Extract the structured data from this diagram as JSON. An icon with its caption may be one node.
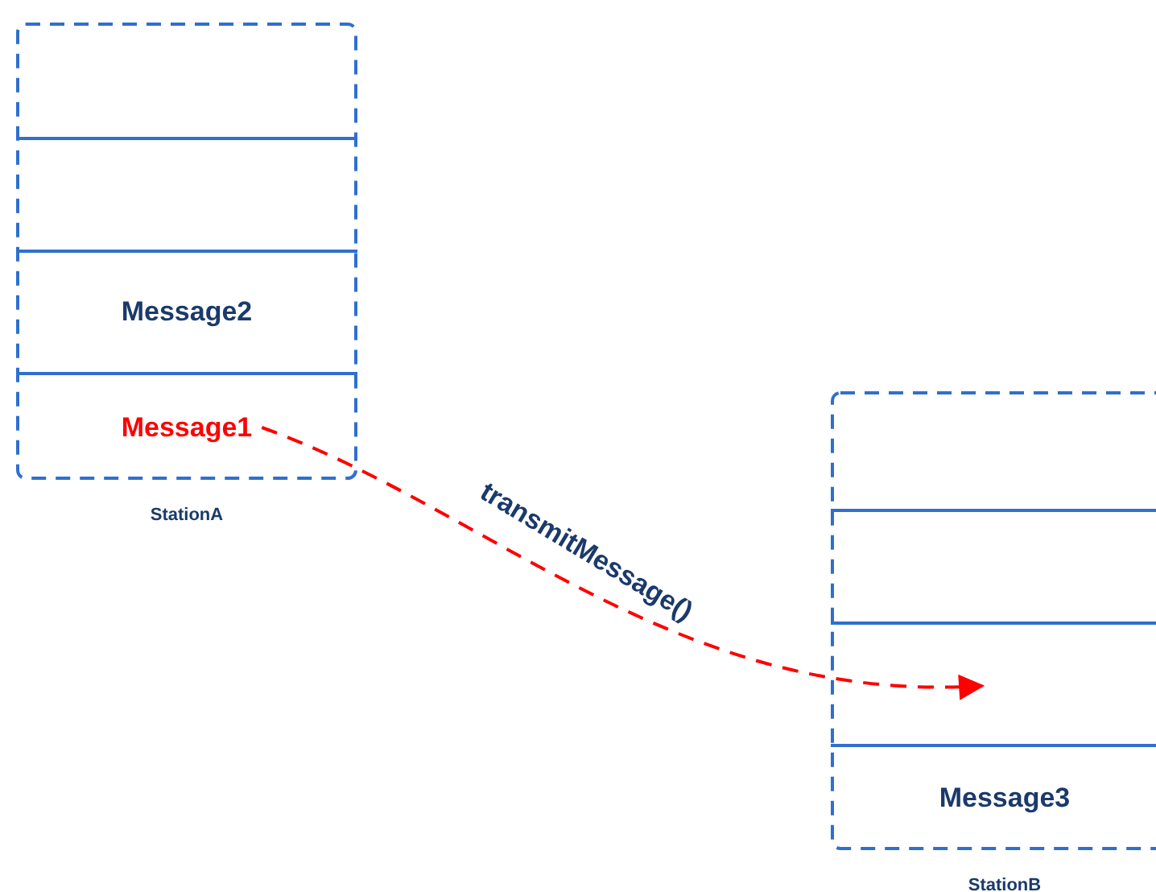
{
  "diagram": {
    "nodes": [
      {
        "text": [
          "StationA"
        ]
      },
      {
        "text": [],
        "shape": "box",
        "in": 0
      },
      {
        "text": [],
        "shape": "box",
        "in": 0
      },
      {
        "text": [
          "Message2"
        ],
        "in": 0
      },
      {
        "text": [
          "Message1"
        ],
        "in": 0
      },
      {
        "text": [
          "StationB"
        ]
      },
      {
        "text": [],
        "shape": "box",
        "in": 5
      },
      {
        "text": [],
        "shape": "box",
        "in": 5
      },
      {
        "text": [],
        "shape": "box",
        "in": 5
      },
      {
        "text": [
          "Message3"
        ],
        "in": 5
      }
    ],
    "edges": [
      {
        "from": 4,
        "to": 8,
        "arrow": "to",
        "label": "transmitMessage()",
        "style": "dashed",
        "color": "#ff0000"
      }
    ]
  }
}
